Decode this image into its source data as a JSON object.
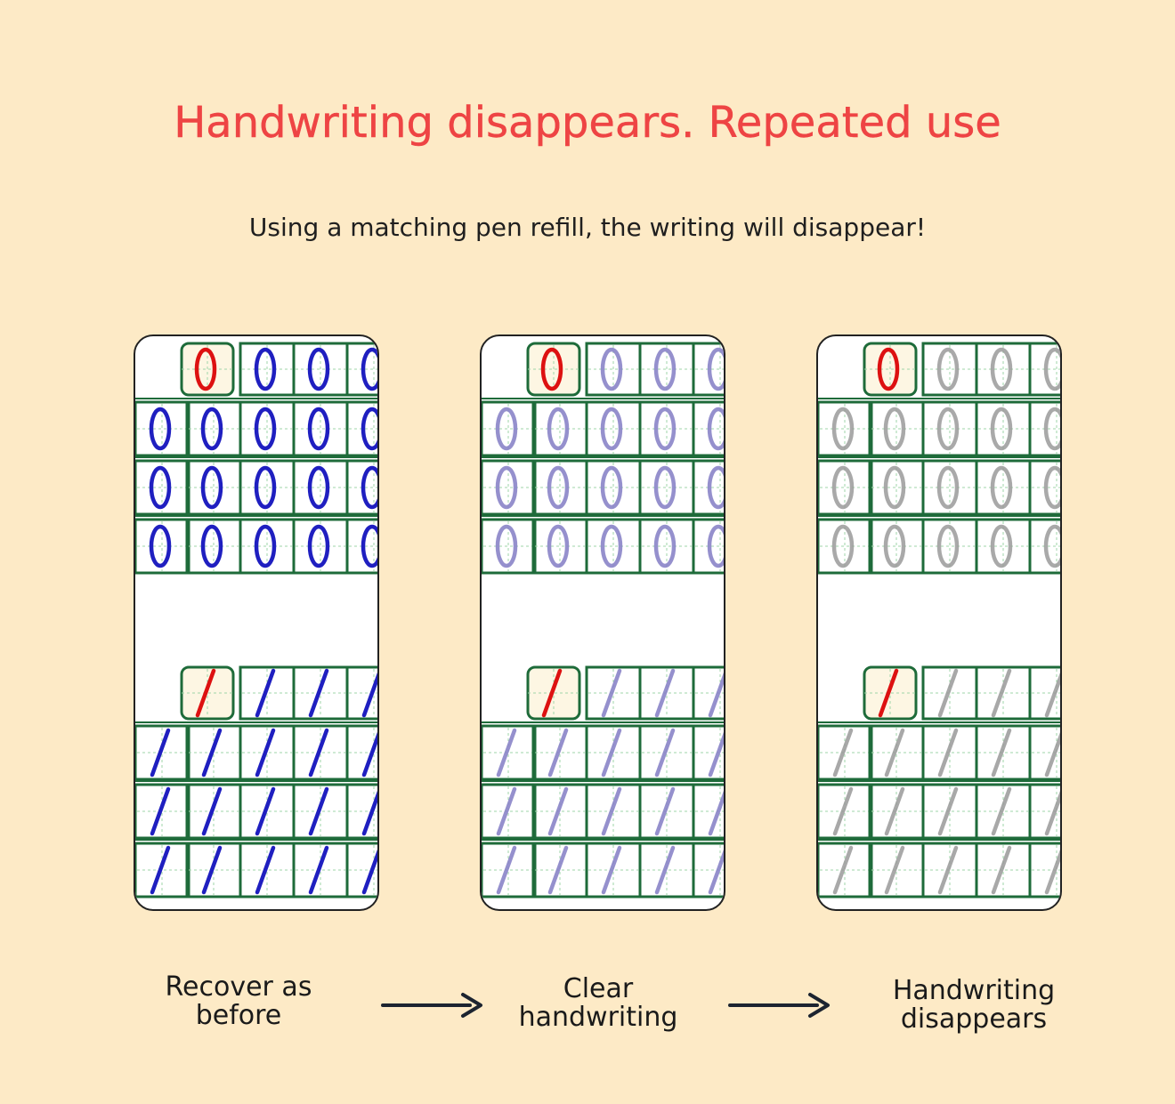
{
  "title": "Handwriting disappears. Repeated use",
  "subtitle": "Using a matching pen refill, the writing will disappear!",
  "captions": [
    {
      "line1": "Recover as",
      "line2": "before"
    },
    {
      "line1": "Clear",
      "line2": "handwriting"
    },
    {
      "line1": "Handwriting",
      "line2": "disappears"
    }
  ],
  "cards": [
    {
      "stage": "recover",
      "ink_color": "#1f1fc0",
      "ink_opacity": 1.0
    },
    {
      "stage": "clear",
      "ink_color": "#8a84c8",
      "ink_opacity": 0.9
    },
    {
      "stage": "disappears",
      "ink_color": "#9a9a9a",
      "ink_opacity": 0.85
    }
  ],
  "colors": {
    "background": "#fdeac6",
    "title": "#ee4444",
    "grid_line": "#1e6b3a",
    "guide_line": "#9fd6a8",
    "sample_ink": "#dd1111",
    "sample_cell_fill": "#fdf6e3"
  },
  "practice": {
    "glyphs": [
      "0",
      "/"
    ],
    "rows_per_block": 3,
    "columns": 5
  }
}
